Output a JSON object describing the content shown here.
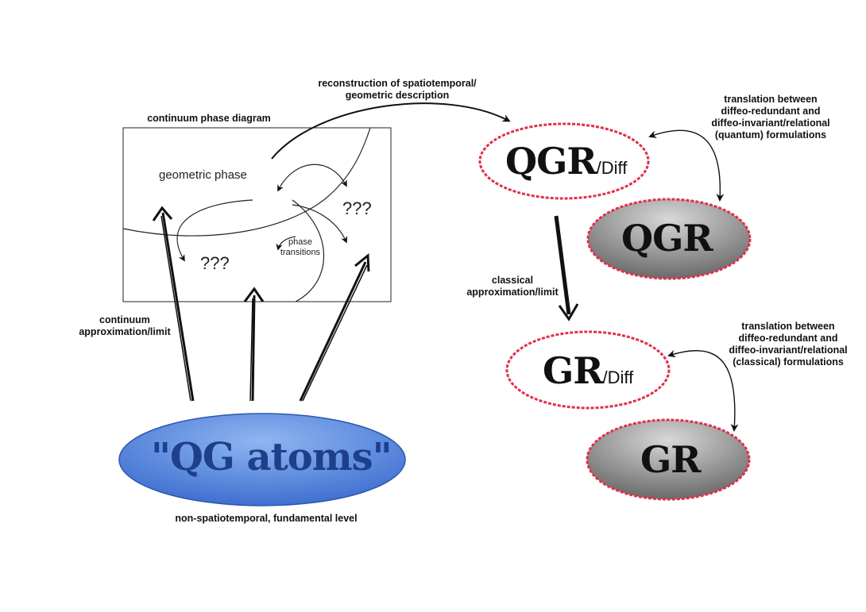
{
  "labels": {
    "reconstruction": "reconstruction of spatiotemporal/",
    "reconstruction2": "geometric description",
    "phase_diagram_title": "continuum phase diagram",
    "geometric_phase": "geometric phase",
    "unknown_top": "???",
    "unknown_bottom": "???",
    "phase_transitions_1": "phase",
    "phase_transitions_2": "transitions",
    "continuum_limit_1": "continuum",
    "continuum_limit_2": "approximation/limit",
    "fundamental_level": "non-spatiotemporal, fundamental level",
    "classical_limit_1": "classical",
    "classical_limit_2": "approximation/limit",
    "translation_quantum_1": "translation between",
    "translation_quantum_2": "diffeo-redundant and",
    "translation_quantum_3": "diffeo-invariant/relational",
    "translation_quantum_4": "(quantum) formulations",
    "translation_classical_1": "translation between",
    "translation_classical_2": "diffeo-redundant and",
    "translation_classical_3": "diffeo-invariant/relational",
    "translation_classical_4": "(classical) formulations"
  },
  "nodes": {
    "qg_atoms": "\"QG atoms\"",
    "qgr_diff_main": "QGR",
    "qgr_diff_sub": "/Diff",
    "qgr": "QGR",
    "gr_diff_main": "GR",
    "gr_diff_sub": "/Diff",
    "gr": "GR"
  },
  "colors": {
    "blue_node": "#5b8ee0",
    "gray_node": "#8a8a8a",
    "red_dashed": "#e0304a",
    "arrow": "#111111"
  }
}
